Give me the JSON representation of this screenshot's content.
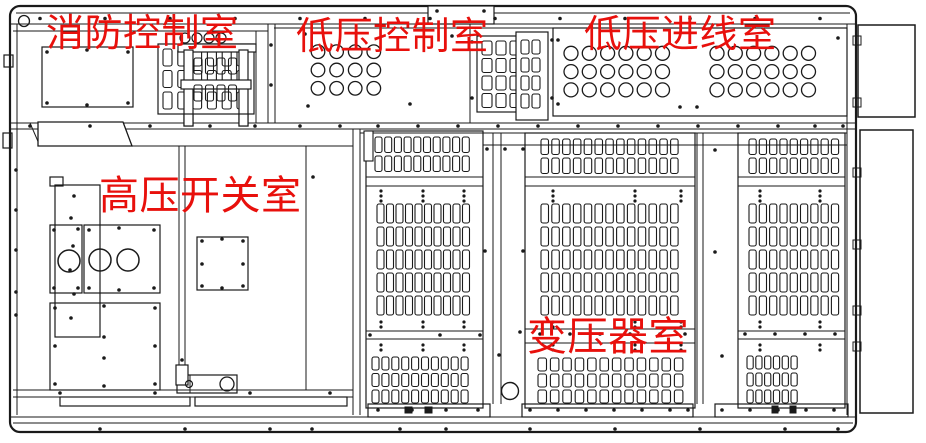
{
  "diagram": {
    "type": "substation-front-elevation-line-drawing",
    "rooms": [
      {
        "id": "fire-control-room",
        "label": "消防控制室"
      },
      {
        "id": "lv-control-room",
        "label": "低压控制室"
      },
      {
        "id": "lv-incoming-room",
        "label": "低压进线室"
      },
      {
        "id": "hv-switch-room",
        "label": "高压开关室"
      },
      {
        "id": "transformer-room",
        "label": "变压器室"
      }
    ]
  },
  "colors": {
    "label": "#e8100c",
    "line": "#1a1a1a",
    "background": "#ffffff"
  }
}
